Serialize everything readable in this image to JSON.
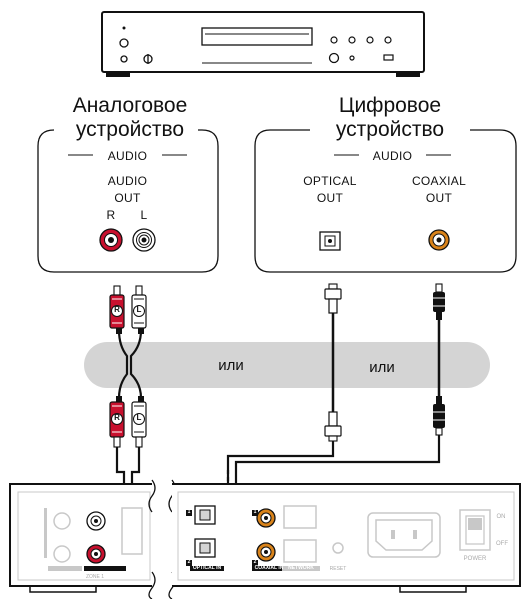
{
  "analog_device": {
    "title_line1": "Аналоговое",
    "title_line2": "устройство",
    "group_label": "AUDIO",
    "output_label_1": "AUDIO",
    "output_label_2": "OUT",
    "jack_r": "R",
    "jack_l": "L"
  },
  "digital_device": {
    "title_line1": "Цифровое",
    "title_line2": "устройство",
    "group_label": "AUDIO",
    "optical_label_1": "OPTICAL",
    "optical_label_2": "OUT",
    "coaxial_label_1": "COAXIAL",
    "coaxial_label_2": "OUT"
  },
  "separator": {
    "left_text": "или",
    "right_text": "или"
  },
  "plugs": {
    "red": "R",
    "white": "L"
  },
  "receiver": {
    "optical_label": "OPTICAL IN",
    "coaxial_label": "COAXIAL IN",
    "network_label": "NETWORK",
    "reset_label": "RESET",
    "power_label": "POWER",
    "on_label": "ON",
    "off_label": "OFF",
    "zone_label": "ZONE 1",
    "port_1": "1",
    "port_2": "2"
  },
  "colors": {
    "red_plug": "#c8102e",
    "coax_orange": "#d9831a",
    "band_gray": "#d4d4d4"
  }
}
